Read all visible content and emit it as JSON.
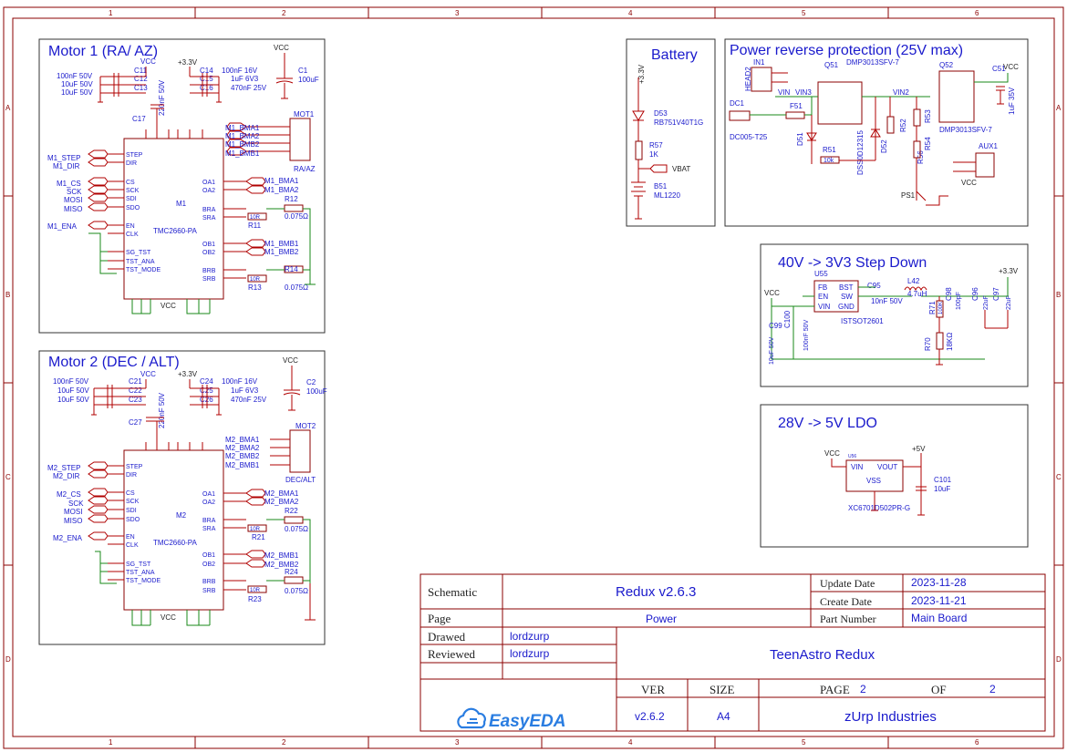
{
  "frame": {
    "col_numbers": [
      "1",
      "2",
      "3",
      "4",
      "5",
      "6"
    ],
    "row_letters": [
      "A",
      "B",
      "C",
      "D"
    ]
  },
  "blocks": {
    "motor1": {
      "title": "Motor 1 (RA/ AZ)",
      "caps": [
        "100nF 50V",
        "10uF 50V",
        "10uF 50V"
      ],
      "cap_refs": [
        "C11",
        "C12",
        "C13"
      ],
      "caps_r": [
        "100nF 16V",
        "1uF 6V3",
        "470nF 25V"
      ],
      "cap_refs_r": [
        "C14",
        "C15",
        "C16"
      ],
      "c17": "C17",
      "c17_val": "220nF 50V",
      "c1": "C1",
      "c1_val": "100uF",
      "vcc": "VCC",
      "v33": "+3.3V",
      "ic_ref": "M1",
      "ic_part": "TMC2660-PA",
      "left_nets": [
        "M1_STEP",
        "M1_DIR",
        "M1_CS",
        "SCK",
        "MOSI",
        "MISO",
        "M1_ENA"
      ],
      "left_pins": [
        "STEP",
        "DIR",
        "CS",
        "SCK",
        "SDI",
        "SDO",
        "EN",
        "CLK",
        "SG_TST",
        "TST_ANA",
        "TST_MODE"
      ],
      "right_pins": [
        "OA1",
        "OA2",
        "BRA",
        "SRA",
        "OB1",
        "OB2",
        "BRB",
        "SRB"
      ],
      "bma": [
        "M1_BMA1",
        "M1_BMA2",
        "M1_BMB1",
        "M1_BMB2"
      ],
      "mot_pins_nets": [
        "M1_BMA1",
        "M1_BMA2",
        "M1_BMB2",
        "M1_BMB1"
      ],
      "mot_ref": "MOT1",
      "mot_label": "RA/AZ",
      "r_sense1": "R12",
      "r_sense2": "R14",
      "r_val": "0.075Ω",
      "r_in1": "R11",
      "r_in2": "R13",
      "r_in_val": "10R"
    },
    "motor2": {
      "title": "Motor 2 (DEC / ALT)",
      "caps": [
        "100nF 50V",
        "10uF 50V",
        "10uF 50V"
      ],
      "cap_refs": [
        "C21",
        "C22",
        "C23"
      ],
      "caps_r": [
        "100nF 16V",
        "1uF 6V3",
        "470nF 25V"
      ],
      "cap_refs_r": [
        "C24",
        "C25",
        "C26"
      ],
      "c17": "C27",
      "c17_val": "220nF 50V",
      "c1": "C2",
      "c1_val": "100uF",
      "vcc": "VCC",
      "v33": "+3.3V",
      "ic_ref": "M2",
      "ic_part": "TMC2660-PA",
      "left_nets": [
        "M2_STEP",
        "M2_DIR",
        "M2_CS",
        "SCK",
        "MOSI",
        "MISO",
        "M2_ENA"
      ],
      "left_pins": [
        "STEP",
        "DIR",
        "CS",
        "SCK",
        "SDI",
        "SDO",
        "EN",
        "CLK",
        "SG_TST",
        "TST_ANA",
        "TST_MODE"
      ],
      "right_pins": [
        "OA1",
        "OA2",
        "BRA",
        "SRA",
        "OB1",
        "OB2",
        "BRB",
        "SRB"
      ],
      "bma": [
        "M2_BMA1",
        "M2_BMA2",
        "M2_BMB1",
        "M2_BMB2"
      ],
      "mot_pins_nets": [
        "M2_BMA1",
        "M2_BMA2",
        "M2_BMB2",
        "M2_BMB1"
      ],
      "mot_ref": "MOT2",
      "mot_label": "DEC/ALT",
      "r_sense1": "R22",
      "r_sense2": "R24",
      "r_val": "0.075Ω",
      "r_in1": "R21",
      "r_in2": "R23",
      "r_in_val": "10R"
    },
    "battery": {
      "title": "Battery",
      "net": "+3.3V",
      "diode_ref": "D53",
      "diode_part": "RB751V40T1G",
      "res_ref": "R57",
      "res_val": "1K",
      "vbat": "VBAT",
      "bat_ref": "B51",
      "bat_part": "ML1220"
    },
    "power": {
      "title": "Power reverse protection (25V max)",
      "in1": "IN1",
      "header": "HEAD2",
      "q51": "Q51",
      "q51_part": "DMP3013SFV-7",
      "q52": "Q52",
      "q52_part": "DMP3013SFV-7",
      "c5": "C51",
      "c5_val": "1uF 35V",
      "vcc": "VCC",
      "vin": "VIN",
      "vin3": "VIN3",
      "vin2": "VIN2",
      "dc1": "DC1",
      "dc_part": "DC005-T25",
      "f51": "F51",
      "d51": "D51",
      "d52": "D52",
      "d52_part": "DSS0D12315",
      "r51": "R51",
      "r51_val": "10k",
      "r52": "R52",
      "r53": "R53",
      "r54": "R54",
      "r5x": "R56",
      "aux1": "AUX1",
      "ps1": "PS1"
    },
    "stepdown": {
      "title": "40V -> 3V3 Step Down",
      "u55": "U55",
      "pins_l": [
        "FB",
        "EN",
        "VIN"
      ],
      "pins_r": [
        "BST",
        "SW",
        "GND"
      ],
      "part": "ISTSOT2601",
      "c95": "C95",
      "c95_val": "10nF 50V",
      "l42": "L42",
      "l42_val": "4.7uH",
      "vcc": "VCC",
      "v33": "+3.3V",
      "c99": "C99",
      "c99_val": "10uF 50V",
      "c100": "C100",
      "c100_val": "100nF 50V",
      "r71": "R71",
      "r71_val": "100K",
      "r70": "R70",
      "r70_val": "18KΩ",
      "c98": "C98",
      "c98_val": "100pF",
      "c96": "C96",
      "c96_val": "22uF",
      "c97": "C97",
      "c97_val": "22uF"
    },
    "ldo": {
      "title": "28V -> 5V LDO",
      "vcc": "VCC",
      "v5": "+5V",
      "ref": "U56",
      "vin": "VIN",
      "vout": "VOUT",
      "vss": "VSS",
      "part": "XC6701D502PR-G",
      "c101": "C101",
      "c101_val": "10uF"
    }
  },
  "title_block": {
    "schematic_label": "Schematic",
    "schematic_value": "Redux v2.6.3",
    "update_label": "Update Date",
    "update_value": "2023-11-28",
    "create_label": "Create Date",
    "create_value": "2023-11-21",
    "page_label": "Page",
    "page_value": "Power",
    "part_label": "Part Number",
    "part_value": "Main Board",
    "drawed_label": "Drawed",
    "drawed_value": "lordzurp",
    "reviewed_label": "Reviewed",
    "reviewed_value": "lordzurp",
    "project": "TeenAstro Redux",
    "ver_label": "VER",
    "ver_value": "v2.6.2",
    "size_label": "SIZE",
    "size_value": "A4",
    "page_num_label": "PAGE",
    "page_num_value": "2",
    "of_label": "OF",
    "of_value": "2",
    "company": "zUrp Industries",
    "logo_text": "EasyEDA"
  }
}
